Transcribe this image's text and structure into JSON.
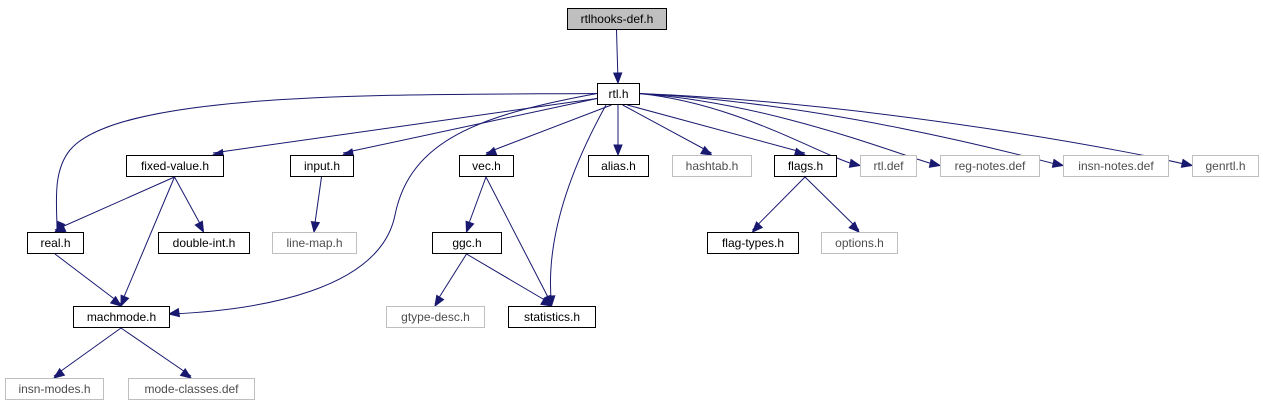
{
  "graph": {
    "nodes": {
      "rtlhooks_def": {
        "label": "rtlhooks-def.h",
        "style": "root"
      },
      "rtl": {
        "label": "rtl.h",
        "style": "normal"
      },
      "fixed_value": {
        "label": "fixed-value.h",
        "style": "normal"
      },
      "input": {
        "label": "input.h",
        "style": "normal"
      },
      "vec": {
        "label": "vec.h",
        "style": "normal"
      },
      "alias": {
        "label": "alias.h",
        "style": "normal"
      },
      "hashtab": {
        "label": "hashtab.h",
        "style": "external"
      },
      "flags": {
        "label": "flags.h",
        "style": "normal"
      },
      "rtl_def": {
        "label": "rtl.def",
        "style": "external"
      },
      "reg_notes": {
        "label": "reg-notes.def",
        "style": "external"
      },
      "insn_notes": {
        "label": "insn-notes.def",
        "style": "external"
      },
      "genrtl": {
        "label": "genrtl.h",
        "style": "external"
      },
      "real": {
        "label": "real.h",
        "style": "normal"
      },
      "double_int": {
        "label": "double-int.h",
        "style": "normal"
      },
      "line_map": {
        "label": "line-map.h",
        "style": "external"
      },
      "ggc": {
        "label": "ggc.h",
        "style": "normal"
      },
      "flag_types": {
        "label": "flag-types.h",
        "style": "normal"
      },
      "options": {
        "label": "options.h",
        "style": "external"
      },
      "machmode": {
        "label": "machmode.h",
        "style": "normal"
      },
      "gtype_desc": {
        "label": "gtype-desc.h",
        "style": "external"
      },
      "statistics": {
        "label": "statistics.h",
        "style": "normal"
      },
      "insn_modes": {
        "label": "insn-modes.h",
        "style": "external"
      },
      "mode_classes": {
        "label": "mode-classes.def",
        "style": "external"
      }
    },
    "edges": [
      [
        "rtlhooks_def",
        "rtl"
      ],
      [
        "rtl",
        "fixed_value"
      ],
      [
        "rtl",
        "input"
      ],
      [
        "rtl",
        "vec"
      ],
      [
        "rtl",
        "alias"
      ],
      [
        "rtl",
        "hashtab"
      ],
      [
        "rtl",
        "flags"
      ],
      [
        "rtl",
        "rtl_def"
      ],
      [
        "rtl",
        "reg_notes"
      ],
      [
        "rtl",
        "insn_notes"
      ],
      [
        "rtl",
        "genrtl"
      ],
      [
        "rtl",
        "real"
      ],
      [
        "rtl",
        "machmode"
      ],
      [
        "rtl",
        "statistics"
      ],
      [
        "fixed_value",
        "real"
      ],
      [
        "fixed_value",
        "double_int"
      ],
      [
        "fixed_value",
        "machmode"
      ],
      [
        "input",
        "line_map"
      ],
      [
        "vec",
        "ggc"
      ],
      [
        "vec",
        "statistics"
      ],
      [
        "ggc",
        "gtype_desc"
      ],
      [
        "ggc",
        "statistics"
      ],
      [
        "flags",
        "flag_types"
      ],
      [
        "flags",
        "options"
      ],
      [
        "real",
        "machmode"
      ],
      [
        "machmode",
        "insn_modes"
      ],
      [
        "machmode",
        "mode_classes"
      ]
    ],
    "colors": {
      "edge": "#191970",
      "root_fill": "#bfbfbf",
      "external_border": "#bfbfbf",
      "normal_border": "#000000"
    }
  }
}
